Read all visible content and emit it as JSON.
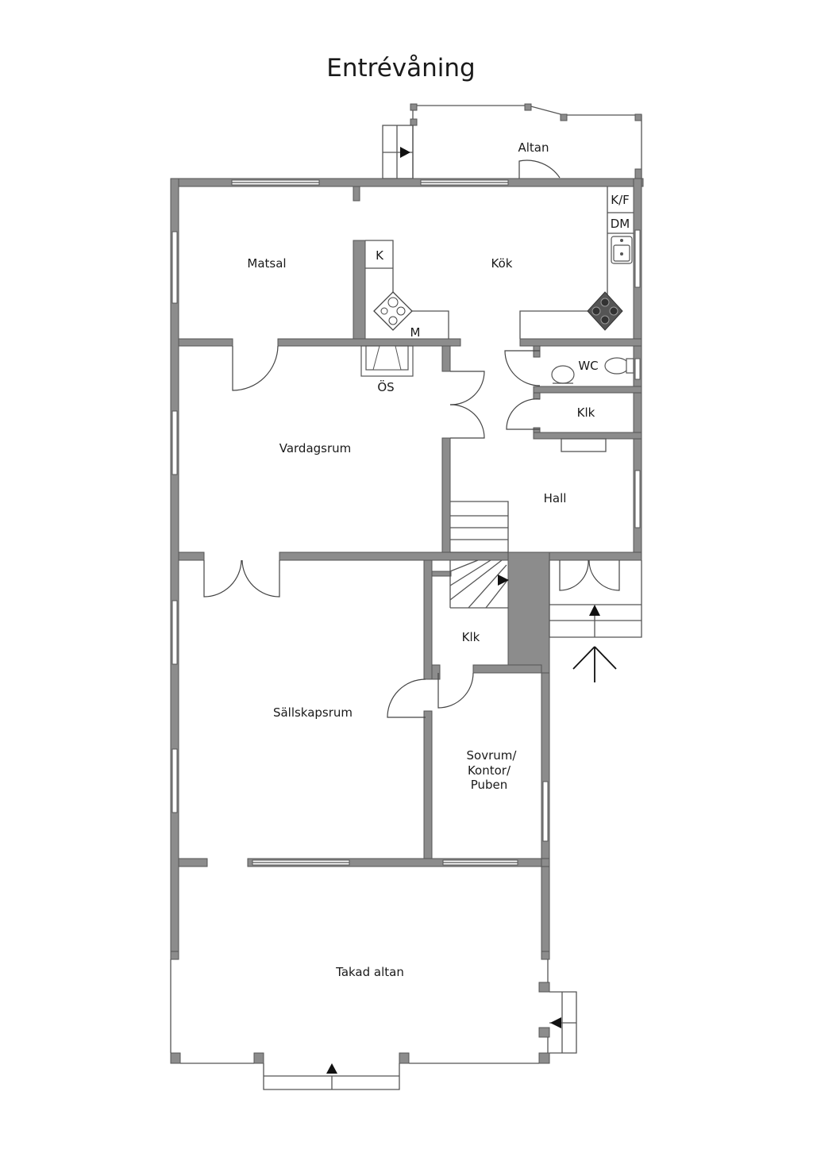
{
  "plan": {
    "title": "Entrévåning",
    "rooms": {
      "altan": "Altan",
      "kf": "K/F",
      "dm": "DM",
      "matsal": "Matsal",
      "kok": "Kök",
      "k": "K",
      "m": "M",
      "os": "ÖS",
      "wc": "WC",
      "klk_upper": "Klk",
      "vardagsrum": "Vardagsrum",
      "hall": "Hall",
      "klk_lower": "Klk",
      "sallskapsrum": "Sällskapsrum",
      "sovrum_1": "Sovrum/",
      "sovrum_2": "Kontor/",
      "sovrum_3": "Puben",
      "takad_altan": "Takad altan"
    }
  }
}
